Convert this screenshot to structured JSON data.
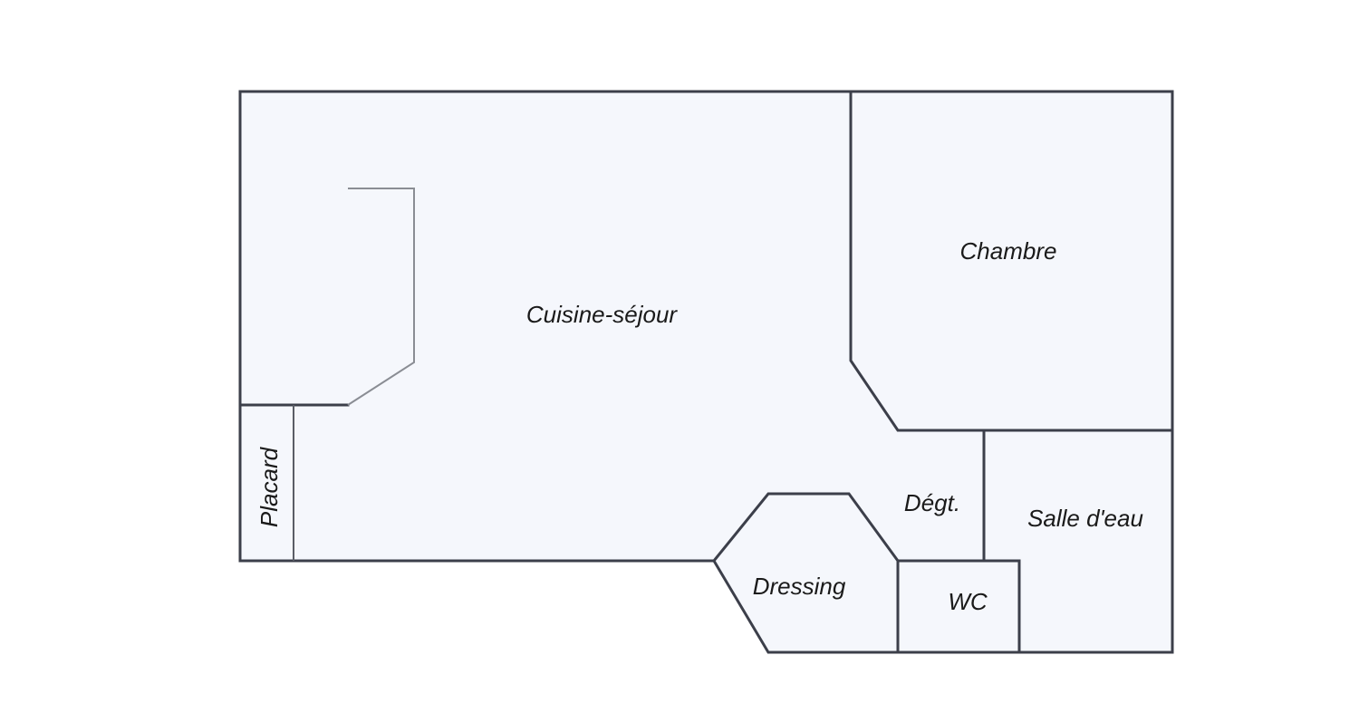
{
  "rooms": {
    "cuisine_sejour": "Cuisine-séjour",
    "chambre": "Chambre",
    "placard": "Placard",
    "degagement": "Dégt.",
    "salle_d_eau": "Salle d'eau",
    "dressing": "Dressing",
    "wc": "WC"
  },
  "colors": {
    "floor": "#f5f7fc",
    "wall": "#3c3f4a",
    "label": "#1a1a1a"
  }
}
